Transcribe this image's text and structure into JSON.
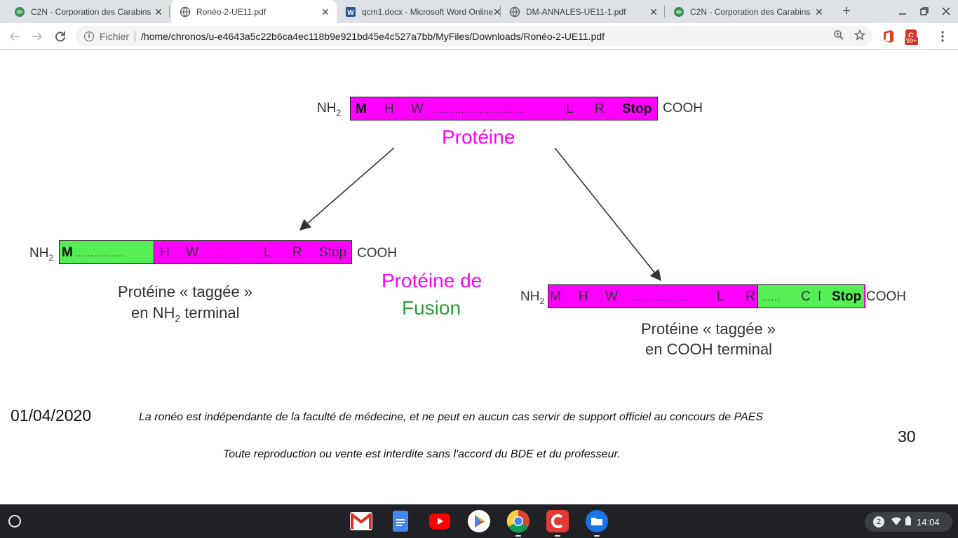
{
  "browser": {
    "tabs": [
      {
        "title": "C2N - Corporation des Carabins",
        "icon": "globe-green-icon",
        "active": false
      },
      {
        "title": "Ronéo-2-UE11.pdf",
        "icon": "globe-icon",
        "active": true
      },
      {
        "title": "qcm1.docx - Microsoft Word Online",
        "icon": "word-icon",
        "active": false
      },
      {
        "title": "DM-ANNALES-UE11-1.pdf",
        "icon": "globe-icon",
        "active": false
      },
      {
        "title": "C2N - Corporation des Carabins",
        "icon": "globe-green-icon",
        "active": false
      }
    ],
    "close_glyph": "✕",
    "new_tab_glyph": "+",
    "omnibox": {
      "scheme_label": "Fichier",
      "url": "/home/chronos/u-e4643a5c22b6ca4ec118b9e921bd45e4c527a7bb/MyFiles/Downloads/Ronéo-2-UE11.pdf"
    },
    "extension_badge": "99+"
  },
  "document": {
    "top_diagram": {
      "left_end": "NH",
      "left_sub": "2",
      "right_end": "COOH",
      "seq": [
        "M",
        "H",
        "W",
        "…………………………",
        "L",
        "R",
        "Stop"
      ],
      "caption": "Protéine"
    },
    "center_label": {
      "line1": "Protéine de",
      "line2": "Fusion"
    },
    "left_diagram": {
      "left_end": "NH",
      "left_sub": "2",
      "right_end": "COOH",
      "tag_seq": [
        "M",
        "……………."
      ],
      "protein_seq": [
        "H",
        "W",
        "………",
        "L",
        "R",
        "Stop"
      ],
      "caption_line1": "Protéine « taggée »",
      "caption_line2_pre": "en NH",
      "caption_line2_sub": "2",
      "caption_line2_post": " terminal"
    },
    "right_diagram": {
      "left_end": "NH",
      "left_sub": "2",
      "right_end": "COOH",
      "protein_seq": [
        "M",
        "H",
        "W",
        "…………………",
        "L",
        "R"
      ],
      "tag_seq": [
        "……",
        "C",
        "I",
        "Stop"
      ],
      "caption_line1": "Protéine « taggée »",
      "caption_line2": "en COOH terminal"
    },
    "footer": {
      "date": "01/04/2020",
      "disclaimer": "La ronéo est indépendante de la faculté de médecine, et ne peut en aucun cas servir de support officiel au concours de PAES",
      "page_number": "30",
      "copyright": "Toute reproduction ou vente est interdite sans l'accord du BDE et du professeur."
    },
    "colors": {
      "protein": "#ff00ff",
      "tag": "#55ee55",
      "protein_text": "#ff00ff",
      "fusion_text": "#2e9e3a"
    }
  },
  "shelf": {
    "apps": [
      "gmail-icon",
      "google-docs-icon",
      "youtube-icon",
      "play-store-icon",
      "chrome-icon",
      "c2n-app-icon",
      "files-icon"
    ],
    "notification_count": "2",
    "time": "14:04"
  }
}
